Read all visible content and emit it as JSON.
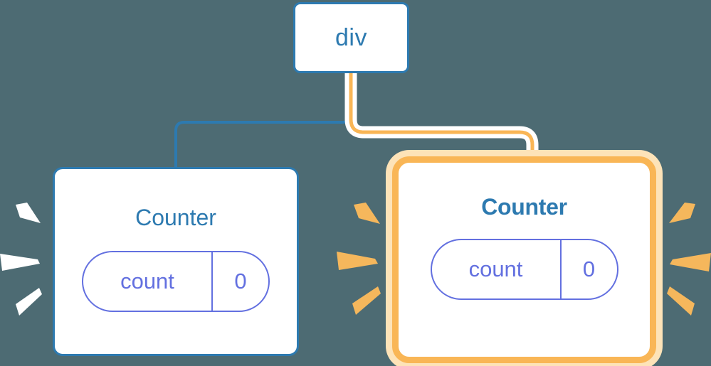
{
  "diagram": {
    "background_color": "#4d6b73",
    "title_color": "#2d7ab0",
    "state_color": "#6370e0",
    "highlight_color": "#f9b656",
    "highlight_glow_color": "#fde3b8",
    "wire_blue_color": "#2d7ab0",
    "wire_orange_color": "#f9b656",
    "wire_halo_color": "#ffffff",
    "sparkle_white_color": "#ffffff",
    "sparkle_orange_color": "#f5b75c"
  },
  "nodes": {
    "root": {
      "label": "div"
    },
    "counter_left": {
      "label": "Counter",
      "state": {
        "key": "count",
        "value": "0"
      }
    },
    "counter_right": {
      "label": "Counter",
      "state": {
        "key": "count",
        "value": "0"
      }
    }
  },
  "edges": [
    {
      "name": "div-to-counter-left",
      "from": "div",
      "to": "counter-left",
      "style": "plain",
      "color": "#2d7ab0"
    },
    {
      "name": "div-to-counter-right",
      "from": "div",
      "to": "counter-right",
      "style": "highlighted",
      "color": "#f9b656"
    }
  ],
  "sparkles": {
    "left_group": {
      "color": "#ffffff",
      "count": 3
    },
    "middle_group": {
      "color": "#f5b75c",
      "count": 3
    },
    "right_group": {
      "color": "#f5b75c",
      "count": 3
    }
  }
}
